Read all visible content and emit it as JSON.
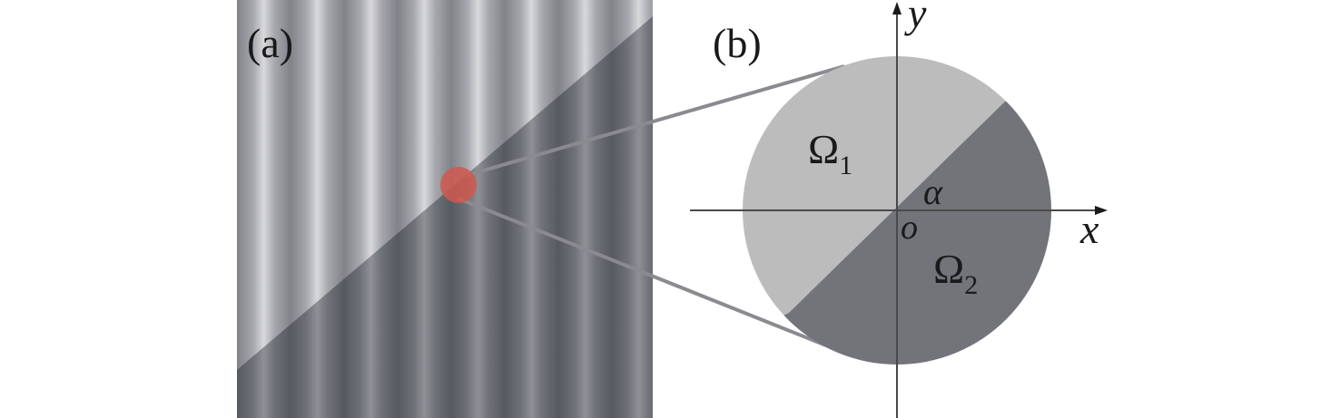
{
  "panel_a": {
    "label": "(a)",
    "region_colors": {
      "upper": "#b8b8bc",
      "lower": "#5a5d63"
    },
    "magnifier_color": "#d0584f"
  },
  "panel_b": {
    "label": "(b)",
    "region_1": {
      "symbol": "Ω",
      "subscript": "1",
      "color": "#bcbcbc"
    },
    "region_2": {
      "symbol": "Ω",
      "subscript": "2",
      "color": "#72747a"
    },
    "axis_x_label": "x",
    "axis_y_label": "y",
    "origin_label": "o",
    "angle_label": "α"
  },
  "colors": {
    "axis": "#4a4a4a",
    "connector": "#8a8a90"
  }
}
